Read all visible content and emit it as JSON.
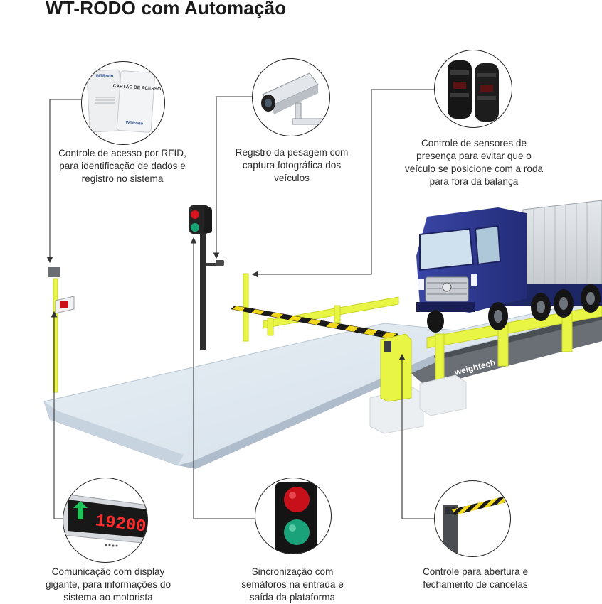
{
  "title": "WT-RODO com Automação",
  "callouts": {
    "rfid": "Controle de acesso por RFID, para identificação de dados e registro no sistema",
    "camera": "Registro da pesagem com captura fotográfica dos veículos",
    "sensors": "Controle de sensores de presença para evitar que o veículo se posicione com a roda para fora da balança",
    "display": "Comunicação com display gigante, para informações do sistema ao motorista",
    "semaphore": "Sincronização com semáforos na entrada e saída da plataforma",
    "barrier": "Controle para abertura e fechamento de cancelas"
  },
  "labels": {
    "card_text": "CARTÃO DE ACESSO",
    "card_brand": "WTRodo",
    "display_value": "19200",
    "scale_brand": "weightech"
  },
  "colors": {
    "yellow": "#e9f545",
    "platform": "#dfe9f2",
    "truck_blue": "#2f3a8f",
    "display_red": "#e01b24",
    "signal_green": "#1aa37a",
    "signal_red": "#c8101b",
    "connector": "#333333"
  }
}
